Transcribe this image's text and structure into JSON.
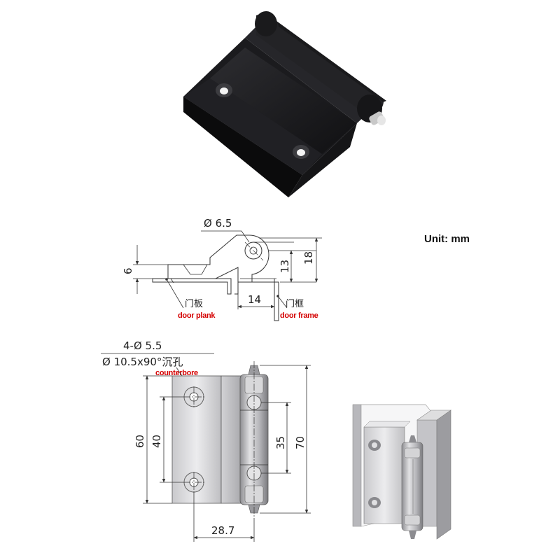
{
  "unit_label": "Unit:  mm",
  "side_view": {
    "pin_diameter": "Ø 6.5",
    "dim_6": "6",
    "dim_13": "13",
    "dim_18": "18",
    "dim_14": "14",
    "plank_cn": "门板",
    "plank_en": "door plank",
    "frame_cn": "门框",
    "frame_en": "door frame"
  },
  "front_view": {
    "holes_label": "4-Ø 5.5",
    "counterbore_label": "Ø 10.5x90°沉孔",
    "counterbore_en": "counterbore",
    "dim_60": "60",
    "dim_40": "40",
    "dim_35": "35",
    "dim_70": "70",
    "dim_28_7": "28.7"
  }
}
